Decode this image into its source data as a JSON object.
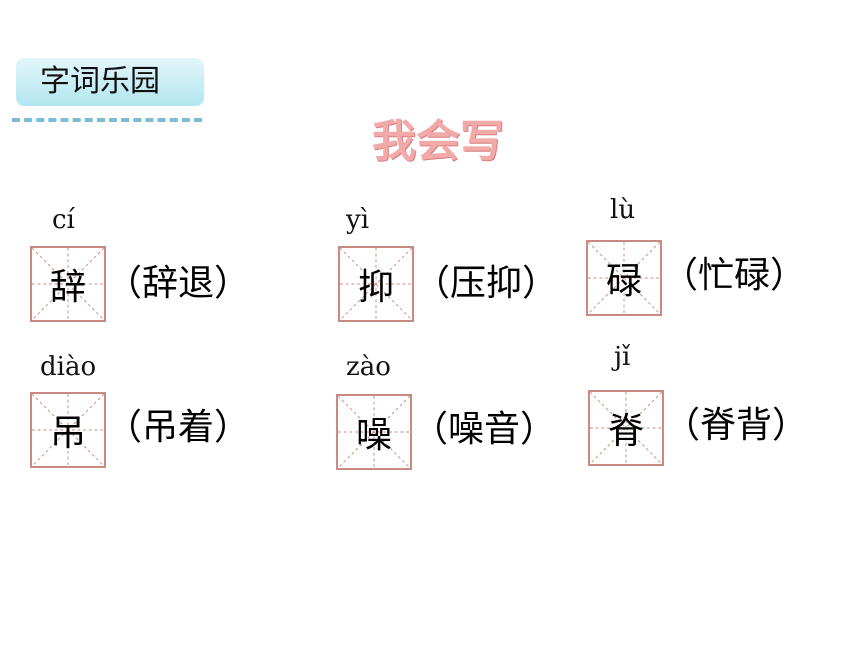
{
  "section": {
    "tag_label": "字词乐园",
    "title": "我会写"
  },
  "items": [
    {
      "pinyin": "cí",
      "char": "辞",
      "word": "（辞退）"
    },
    {
      "pinyin": "yì",
      "char": "抑",
      "word": "（压抑）"
    },
    {
      "pinyin": "lù",
      "char": "碌",
      "word": "（忙碌）"
    },
    {
      "pinyin": "diào",
      "char": "吊",
      "word": "（吊着）"
    },
    {
      "pinyin": "zào",
      "char": "噪",
      "word": "（噪音）"
    },
    {
      "pinyin": "jǐ",
      "char": "脊",
      "word": "（脊背）"
    }
  ],
  "colors": {
    "title": "#f2a9a9",
    "grid_border": "#c98a82",
    "tag_bg": "#b3e6f0",
    "tag_dash": "#7cbcd8"
  }
}
